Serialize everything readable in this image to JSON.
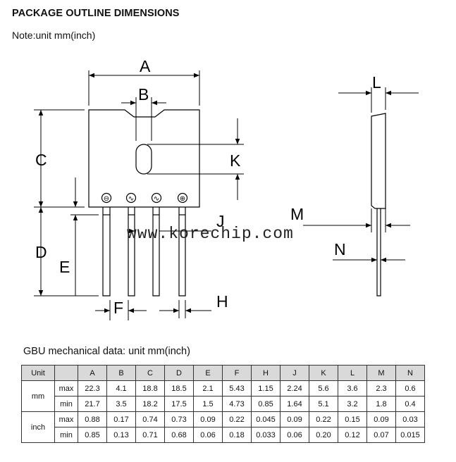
{
  "header": {
    "title": "PACKAGE OUTLINE DIMENSIONS",
    "note": "Note:unit mm(inch)"
  },
  "drawing": {
    "watermark": "www.korechip.com",
    "front_labels": [
      "A",
      "B",
      "C",
      "D",
      "E",
      "F",
      "H",
      "J",
      "K"
    ],
    "side_labels": [
      "L",
      "M",
      "N"
    ],
    "pin_symbols": [
      "⊖",
      "∿",
      "∿",
      "⊕"
    ]
  },
  "table": {
    "caption": "GBU mechanical data: unit mm(inch)",
    "columns": [
      "Unit",
      "",
      "A",
      "B",
      "C",
      "D",
      "E",
      "F",
      "H",
      "J",
      "K",
      "L",
      "M",
      "N"
    ],
    "groups": [
      {
        "unit": "mm",
        "rows": [
          {
            "label": "max",
            "values": [
              "22.3",
              "4.1",
              "18.8",
              "18.5",
              "2.1",
              "5.43",
              "1.15",
              "2.24",
              "5.6",
              "3.6",
              "2.3",
              "0.6"
            ]
          },
          {
            "label": "min",
            "values": [
              "21.7",
              "3.5",
              "18.2",
              "17.5",
              "1.5",
              "4.73",
              "0.85",
              "1.64",
              "5.1",
              "3.2",
              "1.8",
              "0.4"
            ]
          }
        ]
      },
      {
        "unit": "inch",
        "rows": [
          {
            "label": "max",
            "values": [
              "0.88",
              "0.17",
              "0.74",
              "0.73",
              "0.09",
              "0.22",
              "0.045",
              "0.09",
              "0.22",
              "0.15",
              "0.09",
              "0.03"
            ]
          },
          {
            "label": "min",
            "values": [
              "0.85",
              "0.13",
              "0.71",
              "0.68",
              "0.06",
              "0.18",
              "0.033",
              "0.06",
              "0.20",
              "0.12",
              "0.07",
              "0.015"
            ]
          }
        ]
      }
    ]
  }
}
